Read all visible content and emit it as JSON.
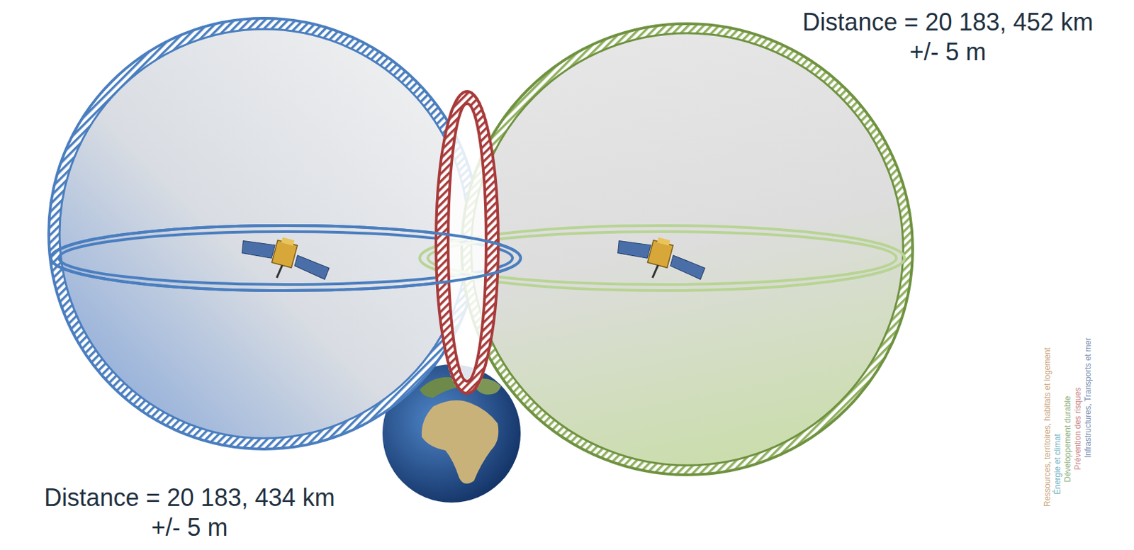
{
  "diagram": {
    "labels": [
      "Distance = 20 183, 452 km",
      "+/- 5 m",
      "Distance = 20 183, 434 km",
      "+/- 5 m",
      "Ressources, territoires, habitats et logement",
      "Énergie et climat",
      "Développement durable",
      "Prévention des risques",
      "Infrastructures, Transports et mer"
    ]
  }
}
